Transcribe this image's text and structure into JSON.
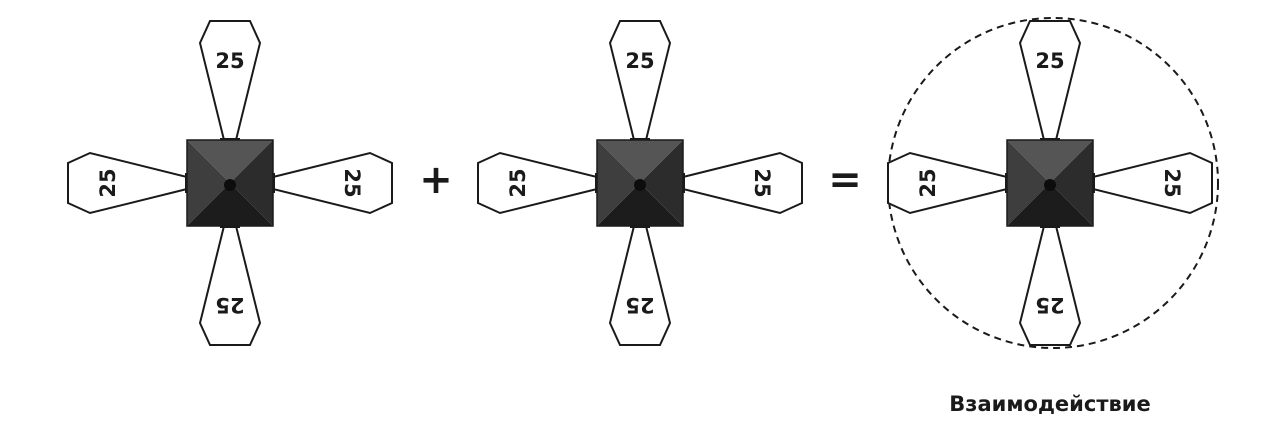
{
  "figures": [
    {
      "name": "figure-1",
      "petals": [
        {
          "dir": "up",
          "label": "25"
        },
        {
          "dir": "right",
          "label": "25"
        },
        {
          "dir": "down",
          "label": "25"
        },
        {
          "dir": "left",
          "label": "25"
        }
      ]
    },
    {
      "name": "figure-2",
      "petals": [
        {
          "dir": "up",
          "label": "25"
        },
        {
          "dir": "right",
          "label": "25"
        },
        {
          "dir": "down",
          "label": "25"
        },
        {
          "dir": "left",
          "label": "25"
        }
      ]
    },
    {
      "name": "figure-3",
      "petals": [
        {
          "dir": "up",
          "label": "25"
        },
        {
          "dir": "right",
          "label": "25"
        },
        {
          "dir": "down",
          "label": "25"
        },
        {
          "dir": "left",
          "label": "25"
        }
      ],
      "boundary": "dashed-circle"
    }
  ],
  "operators": {
    "plus": "+",
    "equals": "="
  },
  "caption": "Взаимодействие",
  "colors": {
    "block_top": "#555555",
    "block_left": "#3e3e3e",
    "block_right": "#2c2c2c",
    "block_bottom": "#1c1c1c",
    "outline": "#1a1a1a"
  }
}
